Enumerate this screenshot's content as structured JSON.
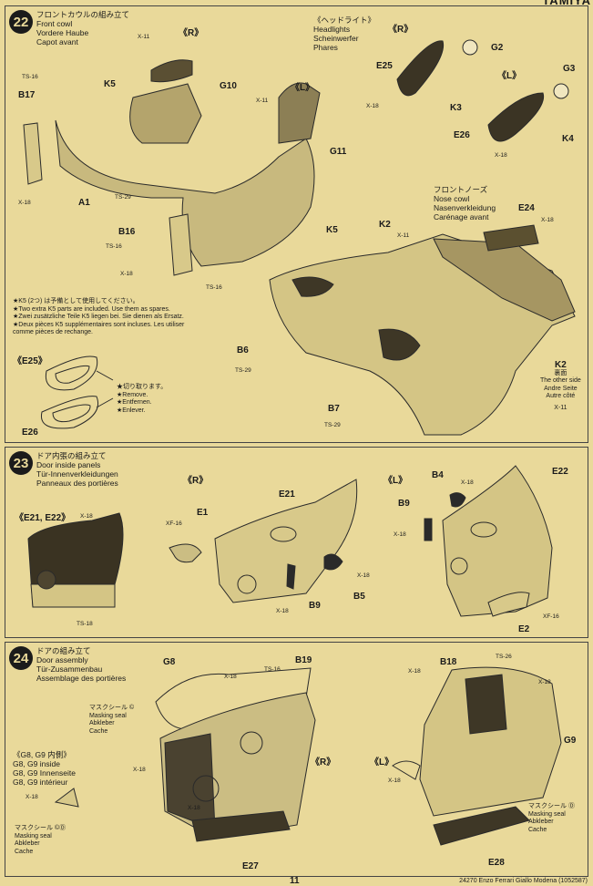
{
  "brand": "TAMIYA",
  "step22": {
    "num": "22",
    "title": [
      "フロントカウルの組み立て",
      "Front cowl",
      "Vordere Haube",
      "Capot avant"
    ],
    "side_r": "《R》",
    "side_l": "《L》",
    "headlights_title": [
      "《ヘッドライト》",
      "Headlights",
      "Scheinwerfer",
      "Phares"
    ],
    "headlights_r": "《R》",
    "headlights_l": "《L》",
    "nose_title": [
      "フロントノーズ",
      "Nose cowl",
      "Nasenverkleidung",
      "Carénage avant"
    ],
    "labels": {
      "A1": "A1",
      "B17": "B17",
      "K5a": "K5",
      "K5b": "K5",
      "G10": "G10",
      "G11": "G11",
      "B16": "B16",
      "E25": "E25",
      "E26": "E26",
      "G2": "G2",
      "G3": "G3",
      "K3": "K3",
      "K4": "K4",
      "E24": "E24",
      "K2a": "K2",
      "B6": "B6",
      "B7": "B7",
      "K2b": "K2",
      "X11": "X-11",
      "TS16": "TS-16",
      "TS29": "TS-29",
      "X18": "X-18"
    },
    "spare_note": [
      "★K5 (2つ) は予備として使用してください。",
      "★Two extra K5 parts are included. Use them as spares.",
      "★Zwei zusätzliche Teile K5 liegen bei. Sie dienen als Ersatz.",
      "★Deux pièces K5 supplémentaires sont incluses. Les utiliser",
      "comme pièces de rechange."
    ],
    "e25_label": "《E25》",
    "e26_label": "E26",
    "remove_note": [
      "★切り取ります。",
      "★Remove.",
      "★Entfernen.",
      "★Enlever."
    ],
    "other_side": [
      "K2",
      "裏面",
      "The other side",
      "Andre Seite",
      "Autre côté",
      "X-11"
    ]
  },
  "step23": {
    "num": "23",
    "title": [
      "ドア内張の組み立て",
      "Door inside panels",
      "Tür-Innenverkleidungen",
      "Panneaux des portières"
    ],
    "side_r": "《R》",
    "side_l": "《L》",
    "e21e22": "《E21, E22》",
    "labels": {
      "E1": "E1",
      "E21": "E21",
      "E22": "E22",
      "B9a": "B9",
      "B9b": "B9",
      "B4": "B4",
      "B5": "B5",
      "E2": "E2",
      "XF16": "XF-16",
      "X18": "X-18",
      "TS18": "TS-18"
    }
  },
  "step24": {
    "num": "24",
    "title": [
      "ドアの組み立て",
      "Door assembly",
      "Tür-Zusammenbau",
      "Assemblage des portières"
    ],
    "side_r": "《R》",
    "side_l": "《L》",
    "mask_c": [
      "マスクシール ©",
      "Masking seal",
      "Abkleber",
      "Cache"
    ],
    "mask_cd": [
      "マスクシール ©Ⓓ",
      "Masking seal",
      "Abkleber",
      "Cache"
    ],
    "mask_d": [
      "マスクシール Ⓓ",
      "Masking seal",
      "Abkleber",
      "Cache"
    ],
    "g8g9": [
      "《G8, G9 内側》",
      "G8, G9 inside",
      "G8, G9 Innenseite",
      "G8, G9 intérieur"
    ],
    "labels": {
      "G8": "G8",
      "B19": "B19",
      "B18": "B18",
      "G9": "G9",
      "E27": "E27",
      "E28": "E28",
      "TS16": "TS-16",
      "TS26": "TS-26",
      "X18": "X-18"
    }
  },
  "footer": {
    "page": "11",
    "code": "24270  Enzo Ferrari Giallo Modena (1052587)"
  }
}
